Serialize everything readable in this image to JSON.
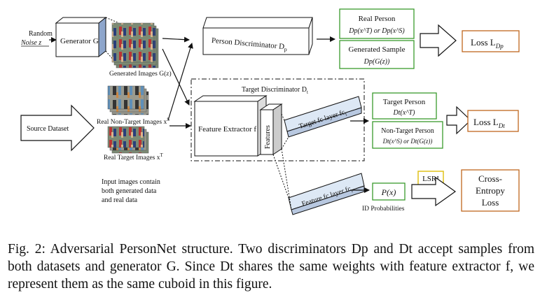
{
  "inputs": {
    "random_noise_line1": "Random",
    "random_noise_line2": "Noise z",
    "source_dataset": "Source Dataset"
  },
  "generator": {
    "label": "Generator G",
    "generated_images_label": "Generated Images G(z)"
  },
  "real_images": {
    "non_target_label": "Real Non-Target Images x",
    "non_target_sup": "S",
    "target_label": "Real Target Images x",
    "target_sup": "T"
  },
  "note": {
    "line1": "Input images contain",
    "line2": "both generated data",
    "line3": "and real data"
  },
  "person_discriminator": {
    "label": "Person Discriminator D",
    "sub": "p"
  },
  "target_discriminator": {
    "title": "Target Discriminator D",
    "title_sub": "t",
    "feature_extractor": "Feature Extractor f",
    "features": "Features",
    "target_fc": "Target fc layer fc",
    "target_fc_sub": "t",
    "feature_fc": "Feature fc layer fc",
    "feature_fc_sub": "r"
  },
  "outputs": {
    "real_person_title": "Real Person",
    "real_person_formula": "Dp(x^T) or Dp(x^S)",
    "generated_sample_title": "Generated Sample",
    "generated_sample_formula": "Dp(G(z))",
    "loss_dp": "Loss L",
    "loss_dp_sub": "Dp",
    "target_person_title": "Target Person",
    "target_person_formula": "Dt(x^T)",
    "non_target_person_title": "Non-Target Person",
    "non_target_person_formula": "Dt(x^S) or Dt(G(z))",
    "loss_dt": "Loss L",
    "loss_dt_sub": "Dt",
    "px": "P(x)",
    "id_probabilities": "ID Probabilities",
    "lsri": "LSRI",
    "cross_entropy_line1": "Cross-",
    "cross_entropy_line2": "Entropy",
    "cross_entropy_line3": "Loss"
  },
  "caption": "Fig. 2: Adversarial PersonNet structure. Two discriminators Dp and Dt accept samples from both datasets and generator G. Since Dt shares the same weights with feature extractor f, we represent them as the same cuboid in this figure.",
  "colors": {
    "green_box": "#3a9a2c",
    "orange_box": "#c0661e",
    "lsri_box": "#e0c21a",
    "fc_layer": "#dde8f5",
    "generator_side": "#8ea6cc"
  }
}
